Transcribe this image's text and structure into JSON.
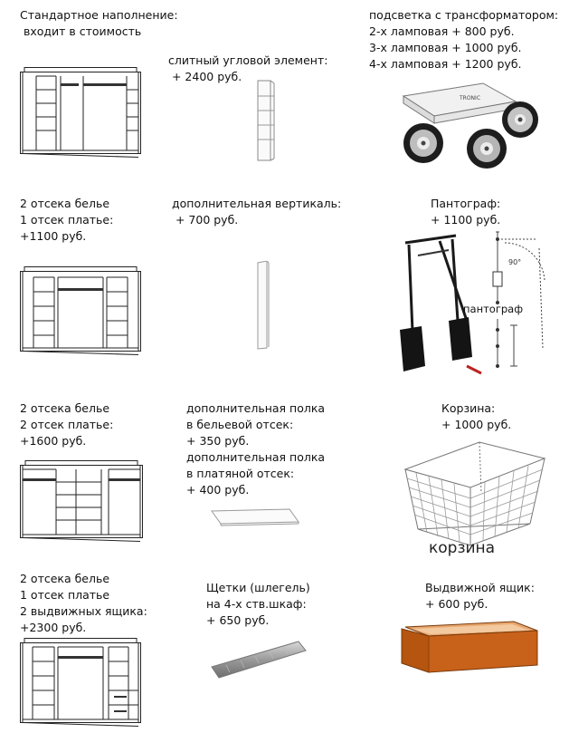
{
  "standard": {
    "line1": "Стандартное наполнение:",
    "line2": " входит в стоимость"
  },
  "corner": {
    "line1": "слитный угловой элемент:",
    "line2": " + 2400 руб."
  },
  "lighting": {
    "line1": "подсветка с трансформатором:",
    "line2": "2-х ламповая + 800 руб.",
    "line3": "3-х ламповая + 1000 руб.",
    "line4": "4-х ламповая + 1200 руб.",
    "brand": "TRONIC"
  },
  "option2": {
    "line1": "2 отсека белье",
    "line2": "1 отсек платье:",
    "line3": "+1100 руб."
  },
  "vertical": {
    "line1": "дополнительная вертикаль:",
    "line2": " + 700 руб."
  },
  "pantograph": {
    "line1": "Пантограф:",
    "line2": "+ 1100 руб.",
    "label": "пантограф",
    "angle": "90°"
  },
  "option3": {
    "line1": "2 отсека белье",
    "line2": "2 отсек платье:",
    "line3": "+1600 руб."
  },
  "shelves": {
    "line1": "дополнительная полка",
    "line2": "в бельевой отсек:",
    "line3": "+ 350 руб.",
    "line4": "дополнительная полка",
    "line5": "в платяной отсек:",
    "line6": "+ 400 руб."
  },
  "basket": {
    "line1": "Корзина:",
    "line2": "+ 1000 руб.",
    "label": "корзина"
  },
  "option4": {
    "line1": "2 отсека белье",
    "line2": "1 отсек платье",
    "line3": "2 выдвижных ящика:",
    "line4": "+2300 руб."
  },
  "brushes": {
    "line1": "Щетки (шлегель)",
    "line2": "на 4-х ств.шкаф:",
    "line3": "+ 650 руб."
  },
  "drawer": {
    "line1": "Выдвижной ящик:",
    "line2": "+ 600 руб."
  },
  "colors": {
    "text": "#111111",
    "drawer_wood": "#c8611a",
    "lamp_dark": "#1d1d1d"
  }
}
